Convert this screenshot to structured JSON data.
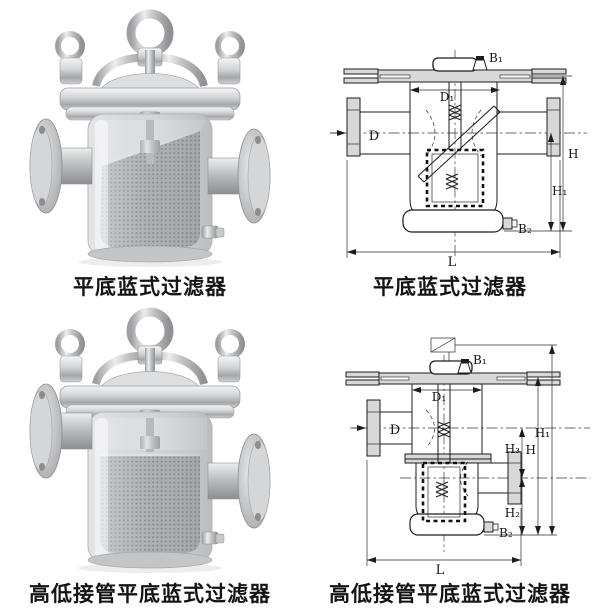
{
  "page": {
    "background": "#ffffff",
    "line_color": "#1c1c1c"
  },
  "cells": {
    "photo_flat": {
      "caption": "平底蓝式过滤器"
    },
    "diagram_flat": {
      "caption": "平底蓝式过滤器",
      "labels": {
        "b1": "B₁",
        "d1": "D₁",
        "d": "D",
        "h": "H",
        "h1": "H₁",
        "b2": "B₂",
        "l": "L"
      }
    },
    "photo_highlow": {
      "caption": "高低接管平底蓝式过滤器"
    },
    "diagram_highlow": {
      "caption": "高低接管平底蓝式过滤器",
      "labels": {
        "b1": "B₁",
        "d1": "D₁",
        "d": "D",
        "h1": "H₁",
        "h": "H",
        "h3": "H₃",
        "h2": "H₂",
        "b2": "B₂",
        "l": "L"
      }
    }
  }
}
